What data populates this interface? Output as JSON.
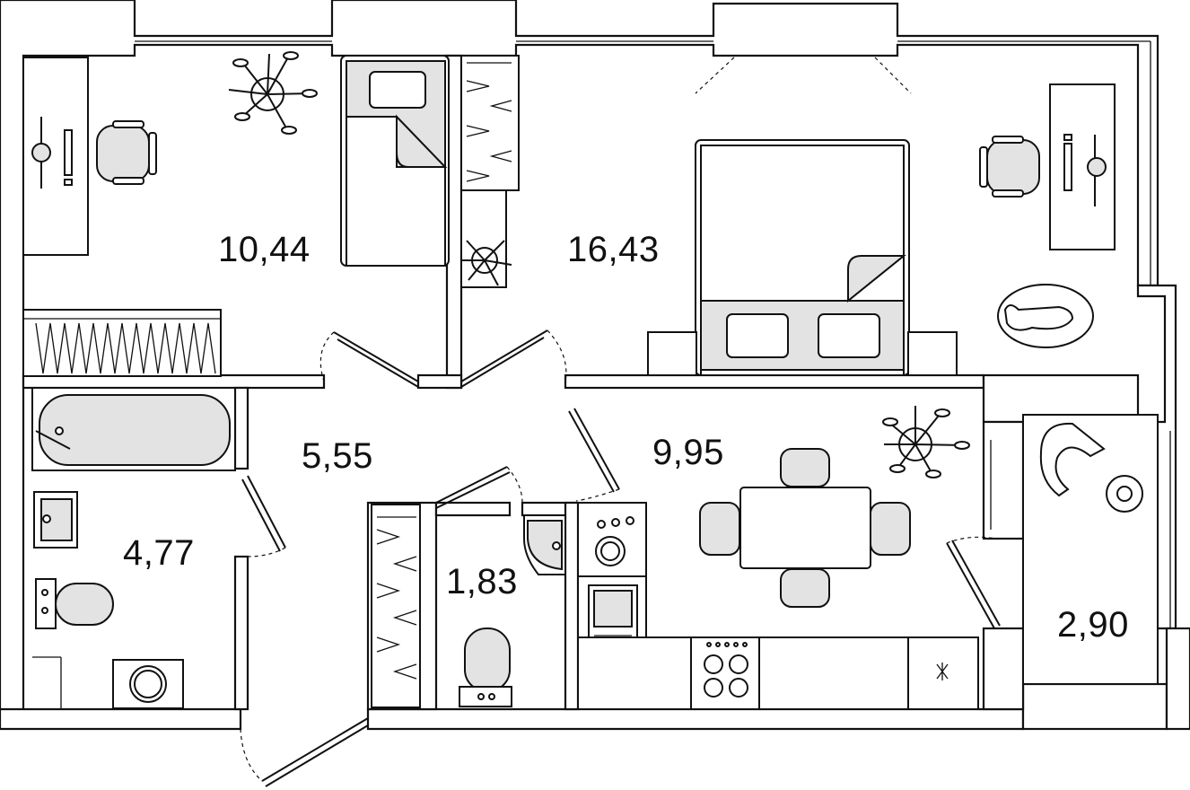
{
  "floorplan": {
    "rooms": [
      {
        "id": "bedroom-left",
        "area": "10,44"
      },
      {
        "id": "bedroom-right",
        "area": "16,43"
      },
      {
        "id": "hallway",
        "area": "5,55"
      },
      {
        "id": "kitchen",
        "area": "9,95"
      },
      {
        "id": "bathroom",
        "area": "4,77"
      },
      {
        "id": "toilet",
        "area": "1,83"
      },
      {
        "id": "balcony",
        "area": "2,90"
      }
    ]
  }
}
